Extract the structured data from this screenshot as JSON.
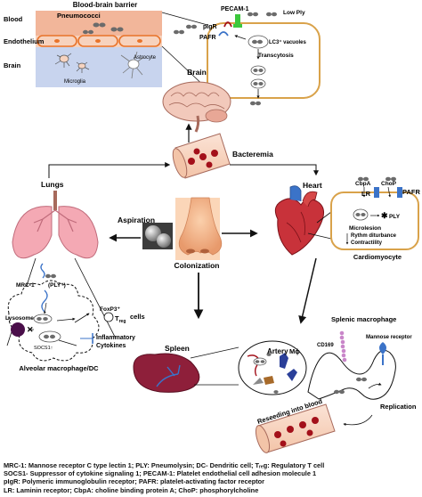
{
  "bbb": {
    "title": "Blood-brain barrier",
    "blood": "Blood",
    "endothelium": "Endothelium",
    "brain": "Brain",
    "pneumococci": "Pneumococci",
    "astrocyte": "Astrocyte",
    "microglia": "Microglia"
  },
  "endo_cell": {
    "pecam": "PECAM-1",
    "low_ply": "Low Ply",
    "pigr": "pIgR",
    "pafr": "PAFR",
    "lc3": "LC3⁺ vacuoles",
    "transcytosis": "Transcytosis"
  },
  "center": {
    "brain": "Brain",
    "bacteremia": "Bacteremia",
    "lungs": "Lungs",
    "heart": "Heart",
    "aspiration": "Aspiration",
    "colonization": "Colonization",
    "spleen": "Spleen"
  },
  "heart_cell": {
    "cbpa": "CbpA",
    "chop": "ChoP",
    "lr": "LR",
    "pafr": "PAFR",
    "ply": "PLY",
    "microlesion": "Microlesion",
    "rhythm": "Rythm diturbance",
    "contractility": "Contractility",
    "cardiomyocyte": "Cardiomyocyte"
  },
  "lung_cell": {
    "mrc": "MRC-1",
    "ply": "(PLY⁺)",
    "lysosome": "Lysosome",
    "socs": "SOCS1↑",
    "foxp3": "FoxP3⁺",
    "treg": "T",
    "treg_sub": "reg",
    "cells": "cells",
    "inflam1": "Inflammatory",
    "inflam2": "Cytokines",
    "caption": "Alveolar macrophage/DC"
  },
  "spleen_panel": {
    "artery": "Artery",
    "mphi": "Mϕ",
    "splenic": "Splenic macrophage",
    "cd169": "CD169",
    "mannose": "Mannose receptor",
    "replication": "Replication",
    "reseeding": "Reseeding into blood"
  },
  "legend": [
    "MRC-1: Mannose receptor C type lectin 1; PLY: Pneumolysin;  DC- Dendritic cell; Tᵣₑg: Regulatory T cell",
    "SOCS1- Suppressor of cytokine signaling 1;  PECAM-1: Platelet endothelial cell adhesion molecule 1",
    "pIgR: Polymeric immunoglobulin receptor; PAFR:  platelet-activating factor receptor",
    "LR: Laminin receptor; CbpA: choline binding protein A; ChoP: phosphorylcholine"
  ],
  "colors": {
    "blood_band": "#f2b69a",
    "brain_band": "#c8d4ee",
    "endothelium": "#e8732a",
    "cell_outline": "#d9a24a",
    "bacteria": "#6b6b6b",
    "rbc": "#a3101a",
    "lung": "#f4a9b4",
    "nose": "#f5b98e",
    "spleen": "#8e1f3a",
    "receptor_blue": "#3b73c8",
    "pecam_green": "#3cc83c"
  }
}
